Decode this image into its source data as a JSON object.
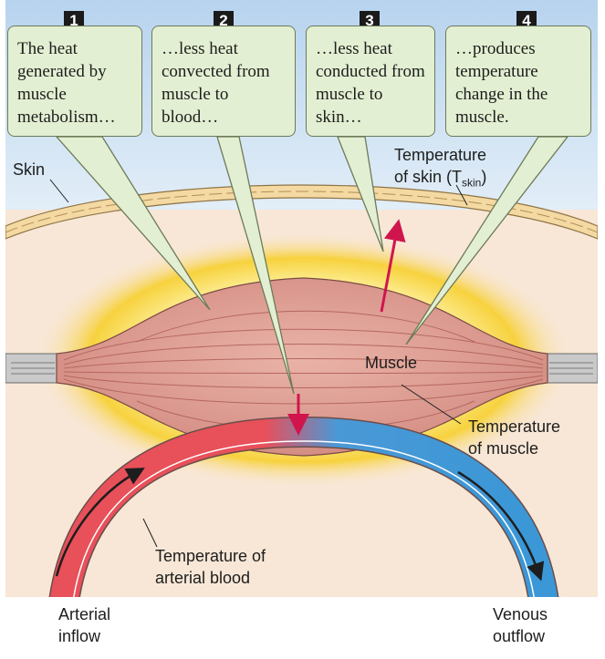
{
  "steps": [
    {
      "number": "1",
      "text": "The heat generated by muscle metabolism…"
    },
    {
      "number": "2",
      "text": "…less heat convected from muscle to blood…"
    },
    {
      "number": "3",
      "text": "…less  heat conducted from muscle to skin…"
    },
    {
      "number": "4",
      "text": "…produces temperature change in the muscle."
    }
  ],
  "labels": {
    "skin": "Skin",
    "temp_skin_line1": "Temperature",
    "temp_skin_line2_prefix": "of skin (T",
    "temp_skin_sub": "skin",
    "temp_skin_suffix": ")",
    "muscle": "Muscle",
    "temp_muscle_line1": "Temperature",
    "temp_muscle_line2": "of muscle",
    "temp_blood_line1": "Temperature of",
    "temp_blood_line2": "arterial blood",
    "arterial_line1": "Arterial",
    "arterial_line2": "inflow",
    "venous_line1": "Venous",
    "venous_line2": "outflow"
  },
  "colors": {
    "sky": "#cfe0f1",
    "tissue": "#f8e7d6",
    "muscle": "#de9c92",
    "glow": "#f3c433",
    "artery": "#e8505a",
    "vein": "#3b97d6",
    "heat_arrow": "#d0154d",
    "callout_fill": "#e3efd2"
  }
}
